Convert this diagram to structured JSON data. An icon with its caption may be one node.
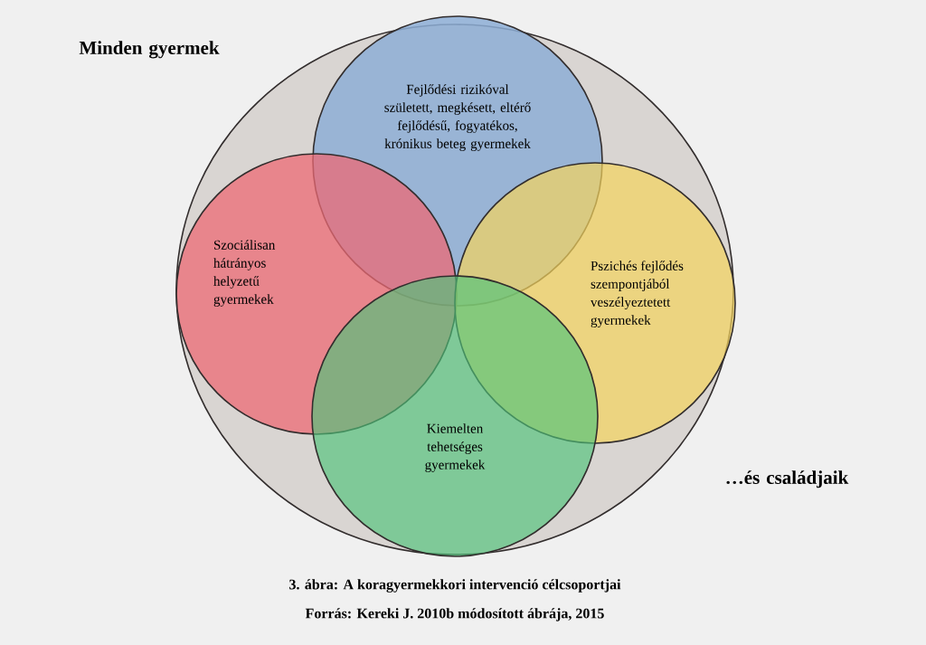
{
  "diagram": {
    "caption": "3. ábra: A koragyermekkori intervenció célcsoportjai",
    "nodes": [
      {
        "text": [
          "Minden gyermek",
          "…és családjaik"
        ]
      },
      {
        "text": [
          "Fejlődési rizikóval született, megkésett, eltérő fejlődésű, fogyatékos, krónikus beteg gyermekek"
        ],
        "in": 0
      },
      {
        "text": [
          "Szociálisan hátrányos helyzetű gyermekek"
        ],
        "in": 0
      },
      {
        "text": [
          "Pszichés fejlődés szempontjából veszélyeztetett gyermekek"
        ],
        "in": 0
      },
      {
        "text": [
          "Kiemelten tehetséges gyermekek"
        ],
        "in": 0
      }
    ],
    "labels": [
      "Forrás: Kereki J. 2010b módosított ábrája, 2015"
    ]
  }
}
